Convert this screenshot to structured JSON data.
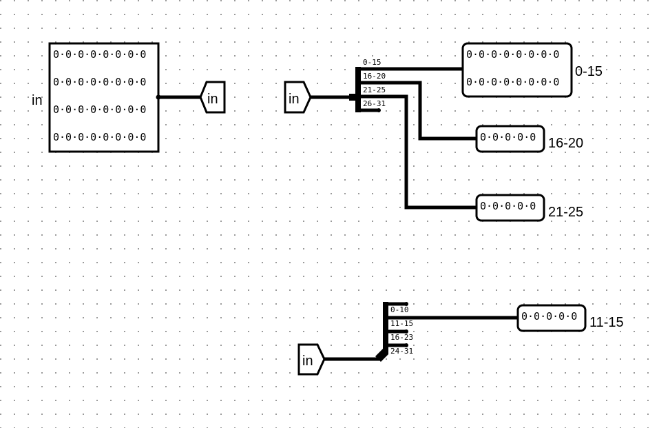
{
  "input_probe": {
    "label": "in",
    "rows": [
      "0·0·0·0·0·0·0·0",
      "0·0·0·0·0·0·0·0",
      "0·0·0·0·0·0·0·0",
      "0·0·0·0·0·0·0·0"
    ],
    "tunnel_label": "in"
  },
  "splitter_a": {
    "tunnel_label": "in",
    "ranges": [
      "0-15",
      "16-20",
      "21-25",
      "26-31"
    ],
    "probe_0_15": {
      "rows": [
        "0·0·0·0·0·0·0·0",
        "0·0·0·0·0·0·0·0"
      ],
      "label": "0-15"
    },
    "probe_16_20": {
      "rows": [
        "0·0·0·0·0"
      ],
      "label": "16-20"
    },
    "probe_21_25": {
      "rows": [
        "0·0·0·0·0"
      ],
      "label": "21-25"
    }
  },
  "splitter_b": {
    "tunnel_label": "in",
    "ranges": [
      "0-10",
      "11-15",
      "16-23",
      "24-31"
    ],
    "probe_11_15": {
      "rows": [
        "0·0·0·0·0"
      ],
      "label": "11-15"
    }
  }
}
